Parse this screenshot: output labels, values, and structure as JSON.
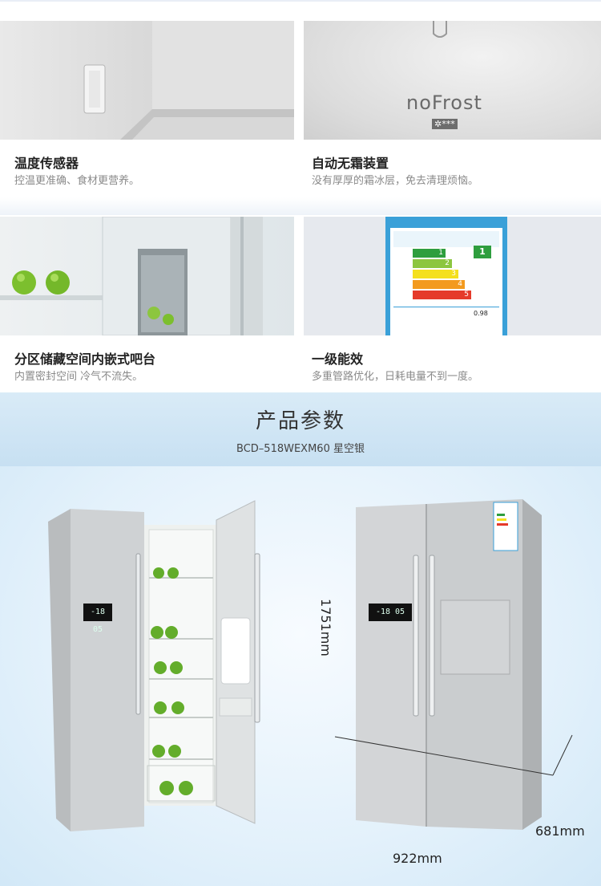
{
  "features": [
    {
      "title": "温度传感器",
      "desc": "控温更准确、食材更营养。"
    },
    {
      "title": "自动无霜装置",
      "desc": "没有厚厚的霜冰层，免去清理烦恼。",
      "badge": "noFrost",
      "badge_stars": "✲***"
    },
    {
      "title": "分区储藏空间内嵌式吧台",
      "desc": "内置密封空间 冷气不流失。"
    },
    {
      "title": "一级能效",
      "desc": "多重管路优化，日耗电量不到一度。",
      "label_grades": [
        "1",
        "2",
        "3",
        "4",
        "5"
      ],
      "label_big_grade": "1",
      "label_value": "0.98"
    }
  ],
  "params": {
    "title": "产品参数",
    "model": "BCD–518WEXM60 星空银"
  },
  "fridge": {
    "display_text": "-18 05",
    "height": "1751mm",
    "width": "922mm",
    "depth": "681mm"
  },
  "colors": {
    "header_band": "#cfe5f4",
    "fridge_silver": "#c9cbcd",
    "grade_colors": [
      "#2e9e3e",
      "#8cc63f",
      "#f4e01e",
      "#f39a1e",
      "#e53a2a"
    ]
  }
}
